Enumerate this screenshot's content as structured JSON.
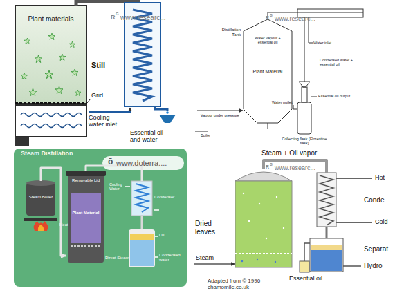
{
  "diagram": {
    "nodes": [
      {
        "text": [
          "Plant materials",
          "Still"
        ]
      },
      {
        "text": [
          "Distillation Tank",
          "Water vapour + essential oil",
          "Plant Material"
        ]
      },
      {
        "text": [
          "Collecting flask (Florentine flask)"
        ]
      },
      {
        "text": [
          "Steam Boiler"
        ]
      },
      {
        "text": [
          "Removable Lid",
          "Plant Material"
        ]
      },
      {
        "text": [
          "Condenser"
        ]
      },
      {
        "text": [
          "Dried leaves"
        ]
      },
      {
        "text": [
          "Conde"
        ]
      },
      {
        "text": [
          "Separat"
        ]
      }
    ],
    "edges": [
      {
        "from": 3,
        "to": 4,
        "label": "Direct Steam",
        "arrow": "to"
      },
      {
        "from": 4,
        "to": 5,
        "arrow": "none"
      },
      {
        "from": 6,
        "to": 7,
        "label": "Steam + Oil vapor",
        "arrow": "none"
      },
      {
        "from": 7,
        "to": 8,
        "arrow": "none"
      }
    ],
    "labels": [
      "R",
      "G",
      "www.researc...",
      "Grid",
      "Cooling water inlet",
      "Essential oil and water",
      "R",
      "G",
      "www.researc...",
      "Water inlet",
      "Condensed water + essential oil",
      "Essential oil output",
      "Water outlet",
      "Vapour under pressure",
      "Boiler",
      "Steam Distillation",
      "ō",
      "www.doterra....",
      "Heat",
      "Cooling Water",
      "Oil",
      "Condensed water",
      "R",
      "G",
      "www.researc...",
      "Hot",
      "Cold",
      "Hydro",
      "Steam",
      "Essential oil",
      "Adapted from © 1996 chamomile.co.uk"
    ]
  }
}
